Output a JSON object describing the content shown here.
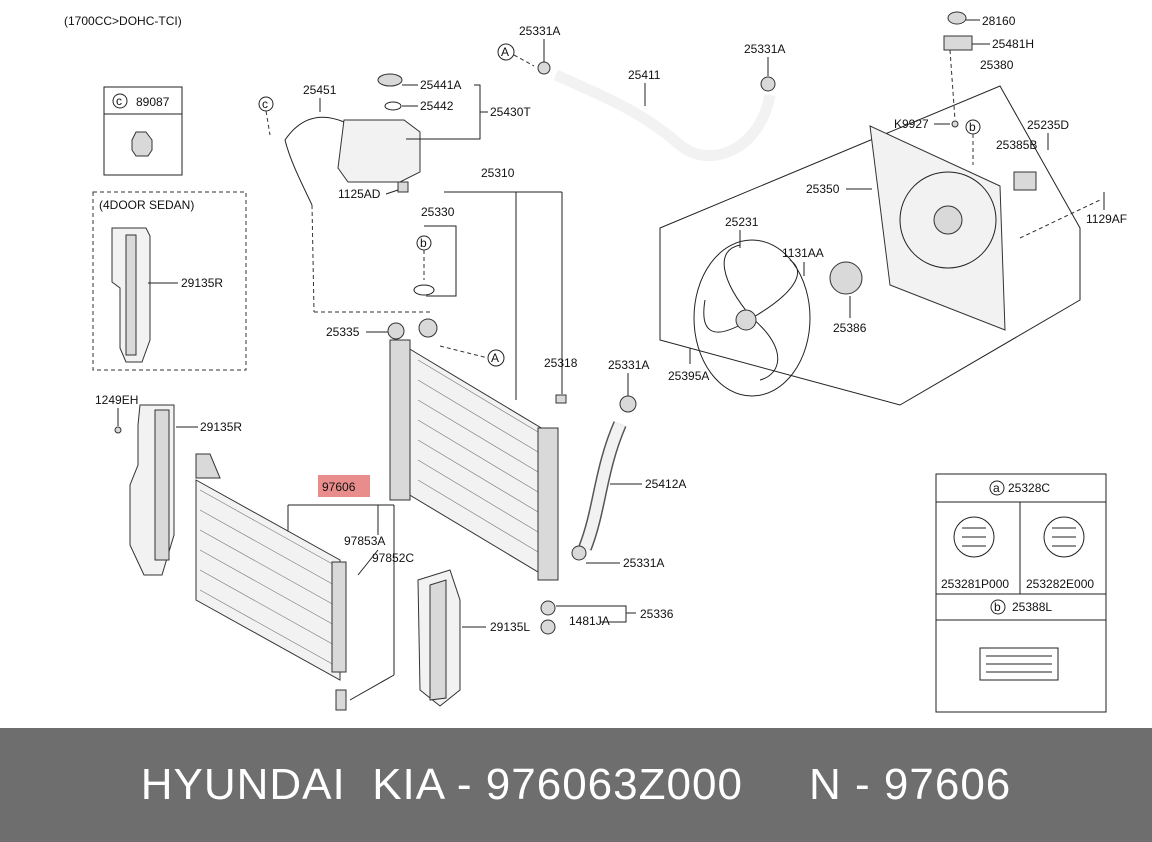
{
  "diagram": {
    "engine_note": "(1700CC>DOHC-TCI)",
    "sedan_box_title": "(4DOOR SEDAN)",
    "callout_letters": {
      "a": "a",
      "b": "b",
      "c": "c",
      "A": "A"
    },
    "part_labels": {
      "p89087": "89087",
      "p29135R_1": "29135R",
      "p29135R_2": "29135R",
      "p1249EH": "1249EH",
      "p25451": "25451",
      "p25441A": "25441A",
      "p25442": "25442",
      "p25430T": "25430T",
      "p1125AD": "1125AD",
      "p25331A_top1": "25331A",
      "p25411": "25411",
      "p25331A_top2": "25331A",
      "p28160": "28160",
      "p25481H": "25481H",
      "p25380": "25380",
      "pK9927": "K9927",
      "p25235D": "25235D",
      "p25385B": "25385B",
      "p25350": "25350",
      "p1129AF": "1129AF",
      "p25231": "25231",
      "p1131AA": "1131AA",
      "p25386": "25386",
      "p25395A": "25395A",
      "p25310": "25310",
      "p25330": "25330",
      "p25335": "25335",
      "p25318": "25318",
      "p25331A_mid": "25331A",
      "p25412A": "25412A",
      "p25331A_bot": "25331A",
      "p25336": "25336",
      "p1481JA": "1481JA",
      "p29135L": "29135L",
      "p97606": "97606",
      "p97853A": "97853A",
      "p97852C": "97852C"
    },
    "label_table": {
      "row1_ref": "a",
      "row1_code": "25328C",
      "label_left": "253281P000",
      "label_right": "253282E000",
      "row2_ref": "b",
      "row2_code": "25388L"
    }
  },
  "footer": {
    "text": "HYUNDAI  KIA - 976063Z000     N - 97606"
  },
  "colors": {
    "highlight": "#e98c8c",
    "footer_bg": "#6e6e6e",
    "footer_text": "#ffffff"
  }
}
